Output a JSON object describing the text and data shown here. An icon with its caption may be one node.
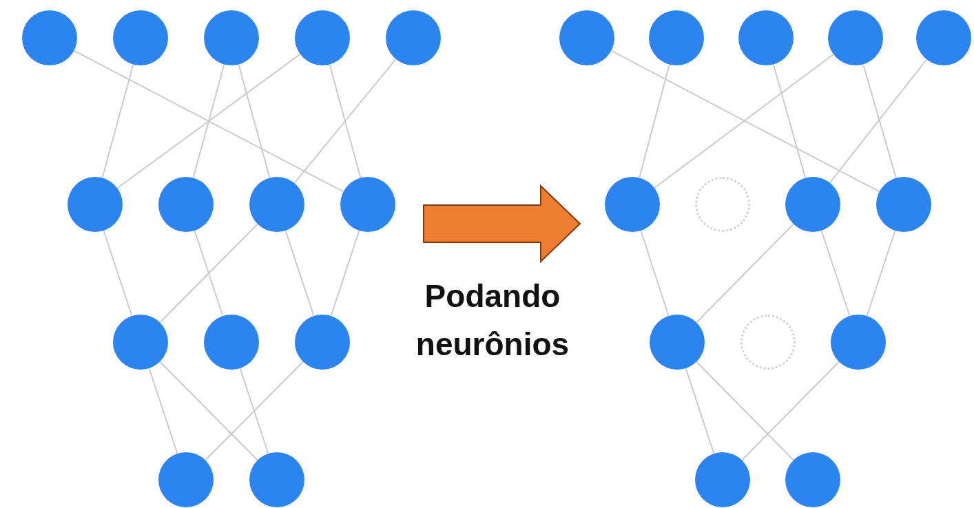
{
  "diagram": {
    "nodes": [
      {
        "text": [],
        "shape": "circle"
      },
      {
        "text": [],
        "shape": "circle"
      },
      {
        "text": [],
        "shape": "circle"
      },
      {
        "text": [],
        "shape": "circle"
      },
      {
        "text": [],
        "shape": "circle"
      },
      {
        "text": [],
        "shape": "circle"
      },
      {
        "text": [],
        "shape": "circle"
      },
      {
        "text": [],
        "shape": "circle"
      },
      {
        "text": [],
        "shape": "circle"
      },
      {
        "text": [],
        "shape": "circle"
      },
      {
        "text": [],
        "shape": "circle"
      },
      {
        "text": [],
        "shape": "circle"
      },
      {
        "text": [],
        "shape": "circle"
      },
      {
        "text": [],
        "shape": "circle"
      },
      {
        "text": [],
        "shape": "circle"
      },
      {
        "text": [],
        "shape": "circle"
      },
      {
        "text": [],
        "shape": "circle"
      },
      {
        "text": [],
        "shape": "circle"
      },
      {
        "text": [],
        "shape": "circle"
      },
      {
        "text": [],
        "shape": "circle"
      },
      {
        "text": [],
        "shape": "ring"
      },
      {
        "text": [],
        "shape": "circle"
      },
      {
        "text": [],
        "shape": "circle"
      },
      {
        "text": [],
        "shape": "circle"
      },
      {
        "text": [],
        "shape": "ring"
      },
      {
        "text": [],
        "shape": "circle"
      },
      {
        "text": [],
        "shape": "circle"
      },
      {
        "text": [],
        "shape": "circle"
      }
    ],
    "edges": [
      {
        "from": 0,
        "to": 8,
        "arrow": "none"
      },
      {
        "from": 1,
        "to": 5,
        "arrow": "none"
      },
      {
        "from": 2,
        "to": 6,
        "arrow": "none"
      },
      {
        "from": 2,
        "to": 7,
        "arrow": "none"
      },
      {
        "from": 3,
        "to": 5,
        "arrow": "none"
      },
      {
        "from": 3,
        "to": 8,
        "arrow": "none"
      },
      {
        "from": 4,
        "to": 7,
        "arrow": "none"
      },
      {
        "from": 5,
        "to": 9,
        "arrow": "none"
      },
      {
        "from": 6,
        "to": 10,
        "arrow": "none"
      },
      {
        "from": 7,
        "to": 9,
        "arrow": "none"
      },
      {
        "from": 7,
        "to": 11,
        "arrow": "none"
      },
      {
        "from": 8,
        "to": 11,
        "arrow": "none"
      },
      {
        "from": 9,
        "to": 12,
        "arrow": "none"
      },
      {
        "from": 9,
        "to": 13,
        "arrow": "none"
      },
      {
        "from": 10,
        "to": 13,
        "arrow": "none"
      },
      {
        "from": 11,
        "to": 12,
        "arrow": "none"
      },
      {
        "from": 14,
        "to": 22,
        "arrow": "none"
      },
      {
        "from": 15,
        "to": 19,
        "arrow": "none"
      },
      {
        "from": 16,
        "to": 21,
        "arrow": "none"
      },
      {
        "from": 17,
        "to": 19,
        "arrow": "none"
      },
      {
        "from": 17,
        "to": 22,
        "arrow": "none"
      },
      {
        "from": 18,
        "to": 21,
        "arrow": "none"
      },
      {
        "from": 19,
        "to": 23,
        "arrow": "none"
      },
      {
        "from": 21,
        "to": 23,
        "arrow": "none"
      },
      {
        "from": 21,
        "to": 25,
        "arrow": "none"
      },
      {
        "from": 22,
        "to": 25,
        "arrow": "none"
      },
      {
        "from": 23,
        "to": 26,
        "arrow": "none"
      },
      {
        "from": 23,
        "to": 27,
        "arrow": "none"
      },
      {
        "from": 25,
        "to": 26,
        "arrow": "none"
      },
      {
        "from": 8,
        "to": 19,
        "arrow": "to",
        "label": "Podando neurônios",
        "style": "thick",
        "color": "#ed7d31"
      }
    ]
  }
}
